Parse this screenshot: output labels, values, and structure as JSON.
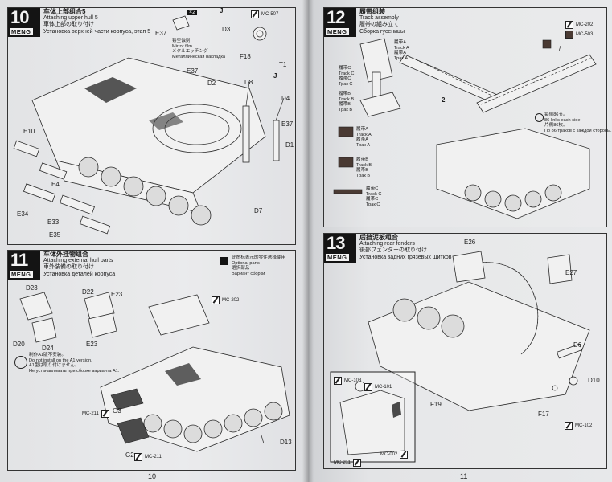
{
  "steps": {
    "s10": {
      "num": "10",
      "brand": "MENG",
      "title_cn": "车体上部组合5",
      "title_en": "Attaching upper hull 5",
      "title_jp": "車体上部の取り付け",
      "title_ru": "Установка верхней части корпуса, этап 5",
      "note_multiplier": "×2",
      "part_labels": [
        "E37",
        "D3",
        "J",
        "F18",
        "T1",
        "D2",
        "D8",
        "D4",
        "J",
        "E37",
        "D1",
        "D7",
        "E10",
        "E4",
        "E34",
        "E33",
        "E35",
        "E37"
      ],
      "metal_mesh": [
        "镂空蚀刻",
        "Mirror film",
        "メタルエッチング",
        "Металлическая накладка"
      ],
      "paint": "MC-507"
    },
    "s11": {
      "num": "11",
      "brand": "MENG",
      "title_cn": "车体外挂物组合",
      "title_en": "Attaching external hull parts",
      "title_jp": "車外装備の取り付け",
      "title_ru": "Установка деталей корпуса",
      "optional": [
        "此图标表示的零件选择使用",
        "Optional parts",
        "選択部品",
        "Вариант сборки"
      ],
      "warning": [
        "制作A1版不安装。",
        "Do not install on the A1 version.",
        "A1型は取り付けません。",
        "Не устанавливать при сборке варианта A1."
      ],
      "part_labels": [
        "D23",
        "D22",
        "E23",
        "D20",
        "D24",
        "E23",
        "G3",
        "G2",
        "D13"
      ],
      "paints": [
        "MC-202",
        "MC-211",
        "MC-211"
      ]
    },
    "s12": {
      "num": "12",
      "brand": "MENG",
      "title_cn": "履带组装",
      "title_en": "Track assembly",
      "title_jp": "履帯の組み立て",
      "title_ru": "Сборка гусеницы",
      "paints": [
        "MC-202",
        "MC-503"
      ],
      "track_a": [
        "履带A",
        "Track A",
        "履帯A",
        "Трак A"
      ],
      "track_b": [
        "履带B",
        "Track B",
        "履帯B",
        "Трак B"
      ],
      "track_c": [
        "履带C",
        "Track C",
        "履帯C",
        "Трак C"
      ],
      "links_note": [
        "每侧86节。",
        "86 links each side.",
        "片側86枚。",
        "По 86 траков с каждой стороны."
      ],
      "multiplier": "2",
      "slash": "/"
    },
    "s13": {
      "num": "13",
      "brand": "MENG",
      "title_cn": "后挡泥板组合",
      "title_en": "Attaching rear fenders",
      "title_jp": "後部フェンダーの取り付け",
      "title_ru": "Установка задних грязевых щитков",
      "part_labels": [
        "E26",
        "E27",
        "D6",
        "D10",
        "F17",
        "F19"
      ],
      "paints": [
        "MC-102",
        "MC-103",
        "MC-101",
        "MC-211",
        "MC-002"
      ]
    }
  },
  "page_numbers": {
    "left": "10",
    "right": "11"
  },
  "colors": {
    "paper": "#e6e7e9",
    "ink": "#1c1c1c",
    "badge": "#141414",
    "track_dark": "#4a3a33"
  }
}
